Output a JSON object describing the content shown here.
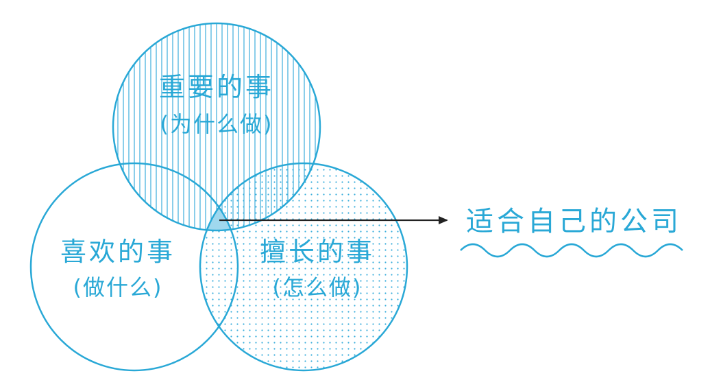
{
  "colors": {
    "accent": "#29a8d6",
    "hatch": "#3aaedb",
    "arrow": "#222222",
    "background": "#ffffff"
  },
  "circles": {
    "important": {
      "title": "重要的事",
      "subtitle": "(为什么做)",
      "fill_pattern": "vertical-lines"
    },
    "like": {
      "title": "喜欢的事",
      "subtitle": "(做什么)",
      "fill_pattern": "none"
    },
    "good_at": {
      "title": "擅长的事",
      "subtitle": "(怎么做)",
      "fill_pattern": "dots"
    }
  },
  "result": {
    "label": "适合自己的公司",
    "underline_style": "wavy"
  }
}
